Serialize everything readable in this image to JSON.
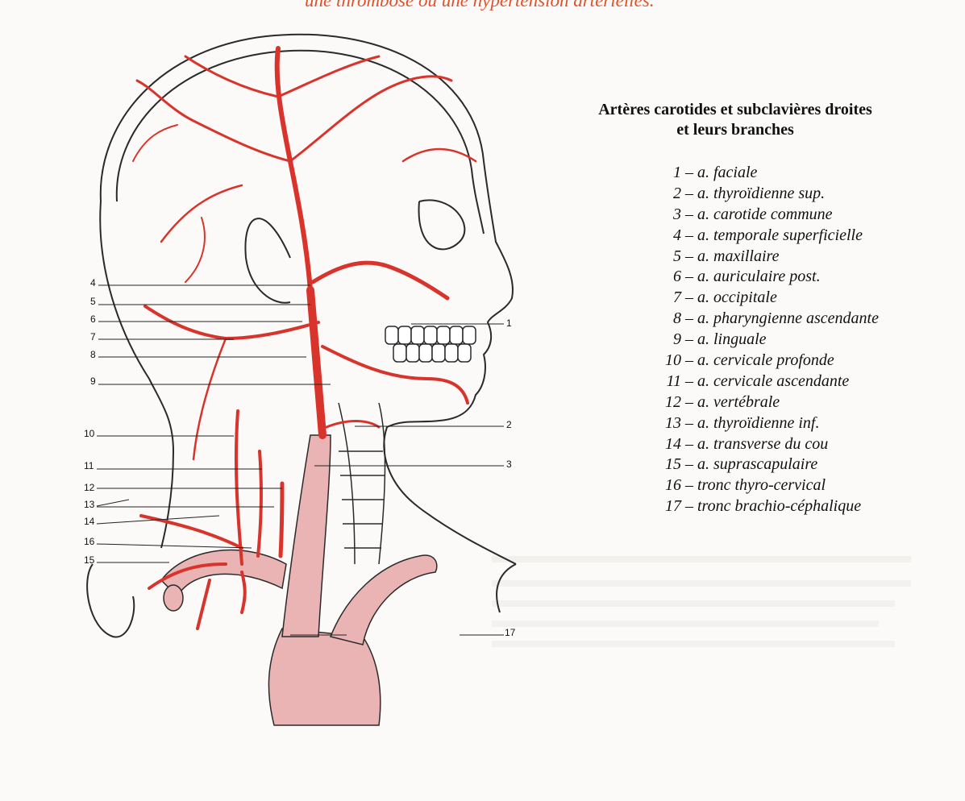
{
  "page": {
    "top_caption": "une thrombose ou une hypertension artérielles."
  },
  "legend": {
    "title_line1": "Artères carotides et subclavières droites",
    "title_line2": "et leurs branches",
    "items": [
      {
        "num": "1",
        "label": "a. faciale"
      },
      {
        "num": "2",
        "label": "a. thyroïdienne sup."
      },
      {
        "num": "3",
        "label": "a. carotide commune"
      },
      {
        "num": "4",
        "label": "a. temporale superficielle"
      },
      {
        "num": "5",
        "label": "a. maxillaire"
      },
      {
        "num": "6",
        "label": "a. auriculaire post."
      },
      {
        "num": "7",
        "label": "a. occipitale"
      },
      {
        "num": "8",
        "label": "a. pharyngienne ascendante"
      },
      {
        "num": "9",
        "label": "a. linguale"
      },
      {
        "num": "10",
        "label": "a. cervicale profonde"
      },
      {
        "num": "11",
        "label": "a. cervicale ascendante"
      },
      {
        "num": "12",
        "label": "a. vertébrale"
      },
      {
        "num": "13",
        "label": "a. thyroïdienne inf."
      },
      {
        "num": "14",
        "label": "a. transverse du cou"
      },
      {
        "num": "15",
        "label": "a. suprascapulaire"
      },
      {
        "num": "16",
        "label": "tronc thyro-cervical"
      },
      {
        "num": "17",
        "label": "tronc brachio-céphalique"
      }
    ]
  },
  "callouts": {
    "left": [
      "4",
      "5",
      "6",
      "7",
      "8",
      "9",
      "10",
      "11",
      "12",
      "13",
      "14",
      "16",
      "15"
    ],
    "right": [
      "1",
      "2",
      "3",
      "17"
    ]
  },
  "colors": {
    "artery": "#d9342b",
    "trunk": "#eab4b4",
    "outline": "#2a2a2a",
    "caption": "#e0512a"
  }
}
